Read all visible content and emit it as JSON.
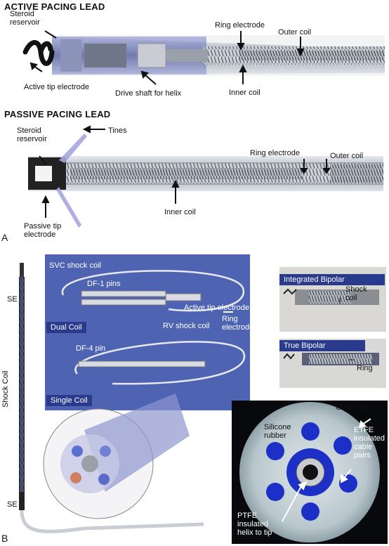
{
  "panelA": {
    "label": "A",
    "active": {
      "title": "ACTIVE PACING LEAD",
      "labels": {
        "steroid": "Steroid\nreservoir",
        "ring": "Ring electrode",
        "outer": "Outer coil",
        "active_tip": "Active tip electrode",
        "drive": "Drive shaft for helix",
        "inner": "Inner coil"
      }
    },
    "passive": {
      "title": "PASSIVE PACING LEAD",
      "labels": {
        "steroid": "Steroid\nreservoir",
        "tines": "Tines",
        "ring": "Ring electrode",
        "outer": "Outer coil",
        "inner": "Inner coil",
        "passive_tip": "Passive tip\nelectrode"
      }
    }
  },
  "panelB": {
    "label": "B",
    "lead": {
      "se_top": "SE",
      "shock": "Shock Coil",
      "se_bottom": "SE"
    },
    "blue_photo": {
      "svc": "SVC shock coil",
      "df1": "DF-1 pins",
      "dual": "Dual Coil",
      "active_tip": "Active tip electrode",
      "ring": "Ring\nelectrode",
      "rv": "RV shock coil",
      "df4": "DF-4 pin",
      "single": "Single Coil"
    },
    "integrated": {
      "title": "Integrated Bipolar",
      "shock": "Shock\ncoil"
    },
    "true_bipolar": {
      "title": "True Bipolar",
      "ring": "Ring"
    },
    "cross_section": {
      "outer_tube": "Outer tube",
      "silicone": "Silicone\nrubber",
      "etfe": "ETFE\ninsulated\ncable\npairs",
      "ptfe": "PTFE\ninsulated\nhelix to tip"
    }
  },
  "colors": {
    "badge": "#2a3a8c",
    "panel_blue": "#4457a6",
    "lead_body": "#b8bec8"
  }
}
